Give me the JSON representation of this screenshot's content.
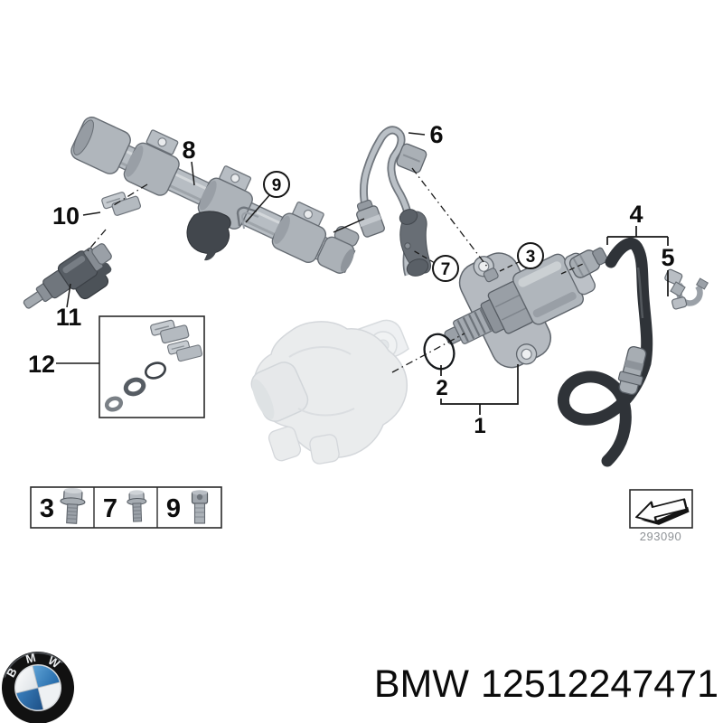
{
  "diagram": {
    "callouts": {
      "n1": "1",
      "n2": "2",
      "n3": "3",
      "n4": "4",
      "n5": "5",
      "n6": "6",
      "n7": "7",
      "n8": "8",
      "n9": "9",
      "n10": "10",
      "n11": "11",
      "n12": "12"
    },
    "fastener_table": {
      "items": [
        {
          "num": "3"
        },
        {
          "num": "7"
        },
        {
          "num": "9"
        }
      ]
    },
    "direction_box": {
      "icon": "direction-of-travel-arrow",
      "drawing_number": "293090"
    }
  },
  "footer": {
    "logo_letters": [
      "B",
      "M",
      "W"
    ],
    "brand": "BMW",
    "part_number": "12512247471",
    "colors": {
      "logo_blue": "#2e7cba",
      "logo_black": "#111111",
      "text": "#0b0b0b"
    }
  }
}
